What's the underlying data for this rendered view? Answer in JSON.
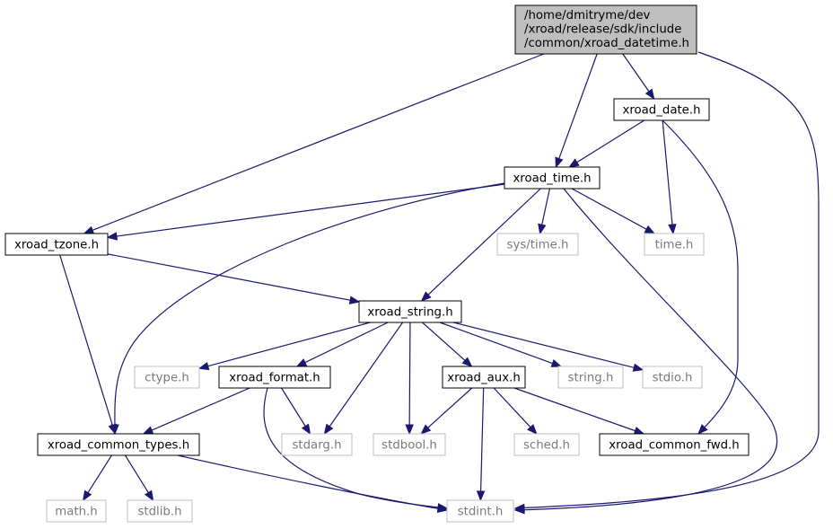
{
  "graph": {
    "nodes": [
      {
        "id": "root",
        "kind": "root",
        "lines": [
          "/home/dmitryme/dev",
          "/xroad/release/sdk/include",
          "/common/xroad_datetime.h"
        ]
      },
      {
        "id": "date",
        "kind": "internal",
        "lines": [
          "xroad_date.h"
        ]
      },
      {
        "id": "time",
        "kind": "internal",
        "lines": [
          "xroad_time.h"
        ]
      },
      {
        "id": "tzone",
        "kind": "internal",
        "lines": [
          "xroad_tzone.h"
        ]
      },
      {
        "id": "systime",
        "kind": "external",
        "lines": [
          "sys/time.h"
        ]
      },
      {
        "id": "timeh",
        "kind": "external",
        "lines": [
          "time.h"
        ]
      },
      {
        "id": "string",
        "kind": "internal",
        "lines": [
          "xroad_string.h"
        ]
      },
      {
        "id": "ctype",
        "kind": "external",
        "lines": [
          "ctype.h"
        ]
      },
      {
        "id": "format",
        "kind": "internal",
        "lines": [
          "xroad_format.h"
        ]
      },
      {
        "id": "aux",
        "kind": "internal",
        "lines": [
          "xroad_aux.h"
        ]
      },
      {
        "id": "stringh",
        "kind": "external",
        "lines": [
          "string.h"
        ]
      },
      {
        "id": "stdio",
        "kind": "external",
        "lines": [
          "stdio.h"
        ]
      },
      {
        "id": "common",
        "kind": "internal",
        "lines": [
          "xroad_common_types.h"
        ]
      },
      {
        "id": "stdarg",
        "kind": "external",
        "lines": [
          "stdarg.h"
        ]
      },
      {
        "id": "stdbool",
        "kind": "external",
        "lines": [
          "stdbool.h"
        ]
      },
      {
        "id": "sched",
        "kind": "external",
        "lines": [
          "sched.h"
        ]
      },
      {
        "id": "fwd",
        "kind": "internal",
        "lines": [
          "xroad_common_fwd.h"
        ]
      },
      {
        "id": "math",
        "kind": "external",
        "lines": [
          "math.h"
        ]
      },
      {
        "id": "stdlib",
        "kind": "external",
        "lines": [
          "stdlib.h"
        ]
      },
      {
        "id": "stdint",
        "kind": "external",
        "lines": [
          "stdint.h"
        ]
      }
    ],
    "edges": [
      [
        "root",
        "date"
      ],
      [
        "root",
        "time"
      ],
      [
        "root",
        "tzone"
      ],
      [
        "root",
        "stdint"
      ],
      [
        "date",
        "time"
      ],
      [
        "date",
        "timeh"
      ],
      [
        "date",
        "fwd"
      ],
      [
        "time",
        "tzone"
      ],
      [
        "time",
        "systime"
      ],
      [
        "time",
        "timeh"
      ],
      [
        "time",
        "string"
      ],
      [
        "time",
        "common"
      ],
      [
        "time",
        "stdint"
      ],
      [
        "tzone",
        "string"
      ],
      [
        "tzone",
        "common"
      ],
      [
        "string",
        "ctype"
      ],
      [
        "string",
        "format"
      ],
      [
        "string",
        "aux"
      ],
      [
        "string",
        "stringh"
      ],
      [
        "string",
        "stdio"
      ],
      [
        "string",
        "stdarg"
      ],
      [
        "string",
        "stdbool"
      ],
      [
        "format",
        "common"
      ],
      [
        "format",
        "stdarg"
      ],
      [
        "format",
        "stdint"
      ],
      [
        "aux",
        "stdbool"
      ],
      [
        "aux",
        "sched"
      ],
      [
        "aux",
        "fwd"
      ],
      [
        "aux",
        "stdint"
      ],
      [
        "common",
        "math"
      ],
      [
        "common",
        "stdlib"
      ],
      [
        "common",
        "stdint"
      ]
    ],
    "colors": {
      "edge": "#191970",
      "root_fill": "#bfbfbf",
      "external_border": "#bfbfbf",
      "external_text": "#7a7a7a"
    }
  }
}
